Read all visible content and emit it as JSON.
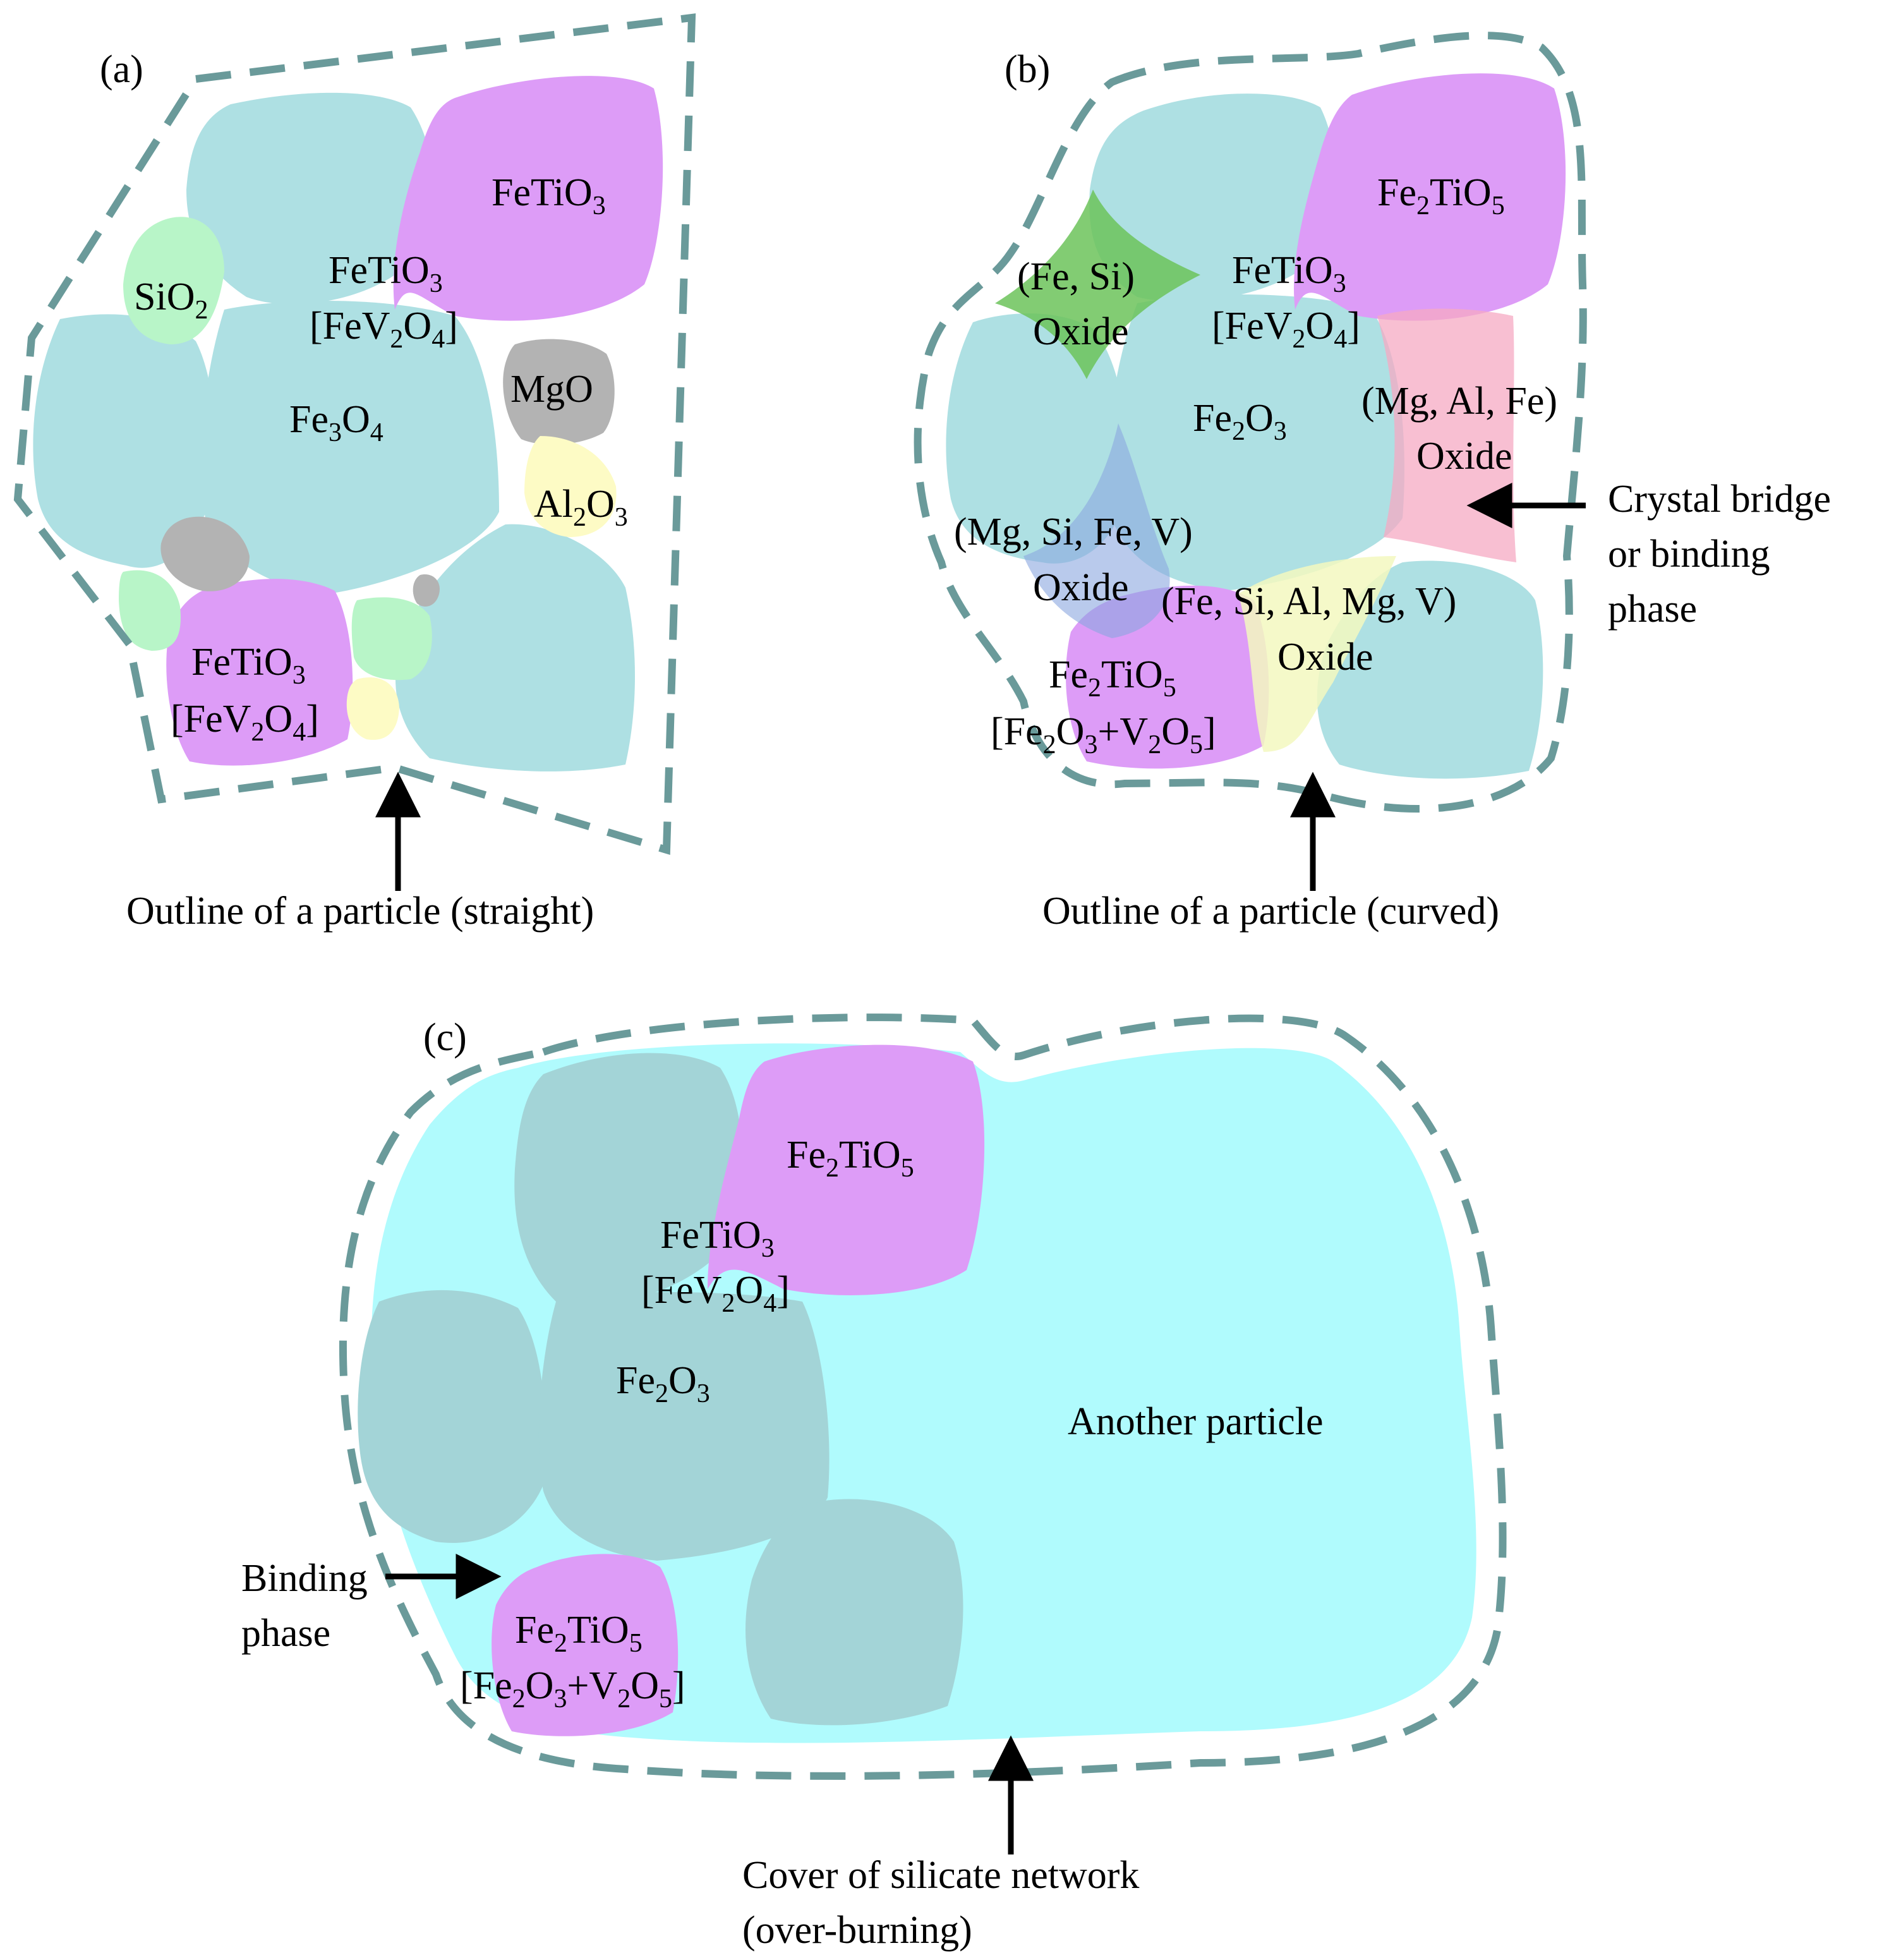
{
  "colors": {
    "grain": "#aee0e3",
    "grain_dark": "#a3d4d7",
    "fetio3": "#dd9cf7",
    "sio2": "#b8f5c8",
    "mgo": "#b3b3b3",
    "al2o3": "#fdfbc5",
    "outline": "#6a9a9a",
    "cover": "#b0fbfd",
    "fe_si_oxide": "#6cc35a",
    "mg_al_fe_oxide": "#f6a9c3",
    "mg_si_fe_v_oxide": "#8aa7e0",
    "fe_si_al_mg_v_oxide": "#f3f8c0"
  },
  "panel_a": {
    "tag": "(a)",
    "labels": {
      "fetio3_top": [
        "FeTiO",
        "3"
      ],
      "sio2": [
        "SiO",
        "2"
      ],
      "fetio3_center": [
        "FeTiO",
        "3"
      ],
      "fev2o4_center": [
        "[FeV",
        "2",
        "O",
        "4",
        "]"
      ],
      "mgo": "MgO",
      "fe3o4": [
        "Fe",
        "3",
        "O",
        "4"
      ],
      "al2o3": [
        "Al",
        "2",
        "O",
        "3"
      ],
      "fetio3_bottom": [
        "FeTiO",
        "3"
      ],
      "fev2o4_bottom": [
        "[FeV",
        "2",
        "O",
        "4",
        "]"
      ]
    },
    "caption": "Outline of a particle (straight)"
  },
  "panel_b": {
    "tag": "(b)",
    "labels": {
      "fe2tio5_top": [
        "Fe",
        "2",
        "TiO",
        "5"
      ],
      "fe_si_line1": "(Fe, Si)",
      "fe_si_line2": "Oxide",
      "fetio3_center": [
        "FeTiO",
        "3"
      ],
      "fev2o4_center": [
        "[FeV",
        "2",
        "O",
        "4",
        "]"
      ],
      "mg_al_fe_line1": "(Mg, Al, Fe)",
      "mg_al_fe_line2": "Oxide",
      "fe2o3": [
        "Fe",
        "2",
        "O",
        "3"
      ],
      "mg_si_fe_v_line1": "(Mg, Si, Fe, V)",
      "mg_si_fe_v_line2": "Oxide",
      "fe_si_al_mg_v_line1": "(Fe, Si, Al, Mg, V)",
      "fe_si_al_mg_v_line2": "Oxide",
      "fe2tio5_bottom": [
        "Fe",
        "2",
        "TiO",
        "5"
      ],
      "fe2o3_v2o5": [
        "[Fe",
        "2",
        "O",
        "3",
        "+V",
        "2",
        "O",
        "5",
        "]"
      ]
    },
    "crystal_bridge": [
      "Crystal bridge",
      "or binding",
      "phase"
    ],
    "caption": "Outline of a particle (curved)"
  },
  "panel_c": {
    "tag": "(c)",
    "labels": {
      "fe2tio5_top": [
        "Fe",
        "2",
        "TiO",
        "5"
      ],
      "fetio3": [
        "FeTiO",
        "3"
      ],
      "fev2o4": [
        "[FeV",
        "2",
        "O",
        "4",
        "]"
      ],
      "fe2o3": [
        "Fe",
        "2",
        "O",
        "3"
      ],
      "another_particle": "Another particle",
      "fe2tio5_bottom": [
        "Fe",
        "2",
        "TiO",
        "5"
      ],
      "fe2o3_v2o5": [
        "[Fe",
        "2",
        "O",
        "3",
        "+V",
        "2",
        "O",
        "5",
        "]"
      ]
    },
    "binding_phase": [
      "Binding",
      "phase"
    ],
    "caption": [
      "Cover of silicate network",
      "(over-burning)"
    ]
  }
}
